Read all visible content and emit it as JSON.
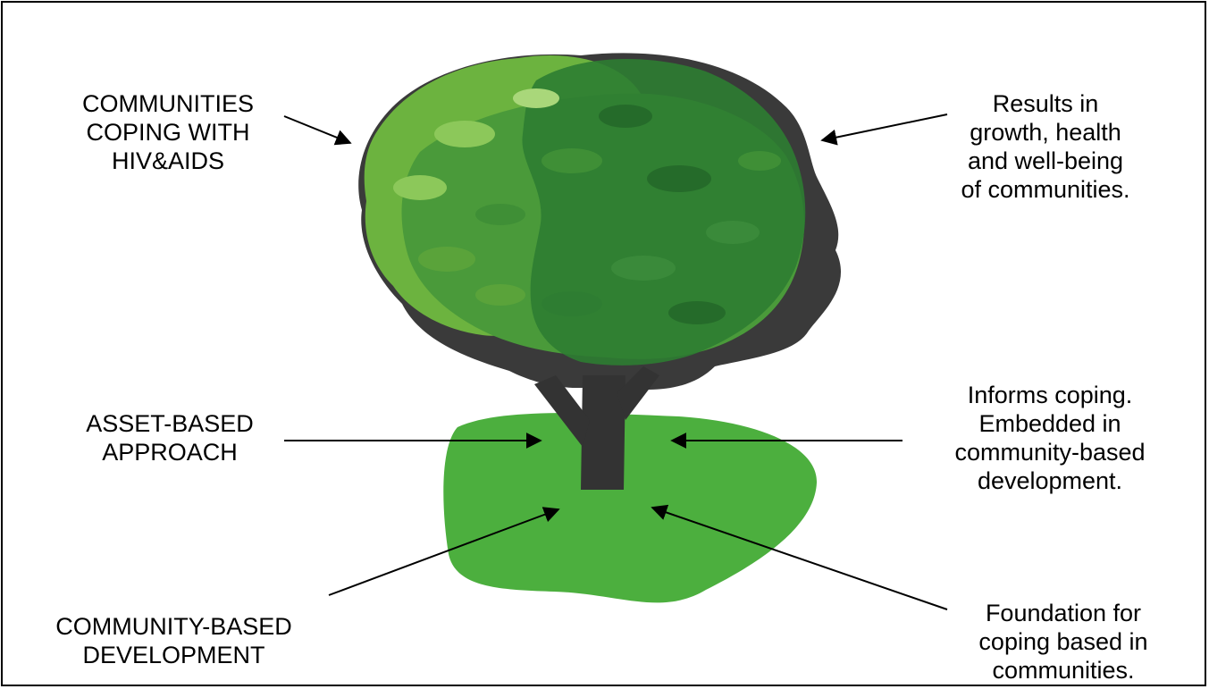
{
  "labels": {
    "top_left": "COMMUNITIES\nCOPING WITH\nHIV&AIDS",
    "top_right": "Results in\ngrowth, health\nand well-being\nof communities.",
    "mid_left": "ASSET-BASED\nAPPROACH",
    "mid_right": "Informs coping.\nEmbedded in\ncommunity-based\ndevelopment.",
    "bottom_left": "COMMUNITY-BASED\nDEVELOPMENT",
    "bottom_right": "Foundation for\ncoping based in\ncommunities."
  },
  "colors": {
    "shadow": "#3a3a3a",
    "light_green": "#6cb33f",
    "mid_green": "#4a9a3a",
    "dark_green": "#2e7d32",
    "trunk": "#333333",
    "ground": "#4caf3e",
    "border": "#000000",
    "arrow": "#000000"
  }
}
